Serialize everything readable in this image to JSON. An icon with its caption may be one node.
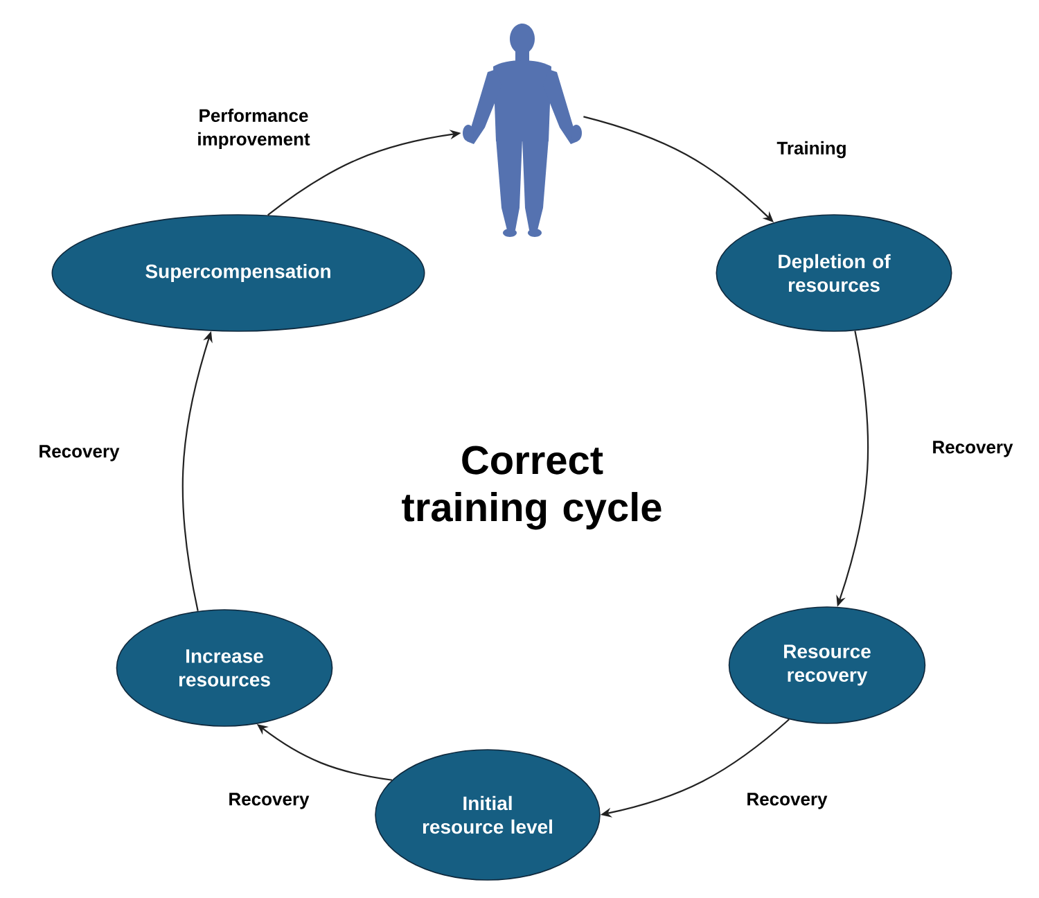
{
  "diagram": {
    "title": "Correct training cycle",
    "nodes": [
      {
        "text": [],
        "shape": "picture"
      },
      {
        "text": [
          "Depletion of resources"
        ]
      },
      {
        "text": [
          "Resource recovery"
        ]
      },
      {
        "text": [
          "Initial resource level"
        ]
      },
      {
        "text": [
          "Increase resources"
        ]
      },
      {
        "text": [
          "Supercompensation"
        ]
      }
    ],
    "edges": [
      {
        "from": 0,
        "to": 1,
        "arrow": "to",
        "label": "Training"
      },
      {
        "from": 1,
        "to": 2,
        "arrow": "to",
        "label": "Recovery"
      },
      {
        "from": 2,
        "to": 3,
        "arrow": "to",
        "label": "Recovery"
      },
      {
        "from": 3,
        "to": 4,
        "arrow": "to",
        "label": "Recovery"
      },
      {
        "from": 4,
        "to": 5,
        "arrow": "to",
        "label": "Recovery"
      },
      {
        "from": 5,
        "to": 0,
        "arrow": "to",
        "label": "Performance improvement"
      }
    ]
  }
}
